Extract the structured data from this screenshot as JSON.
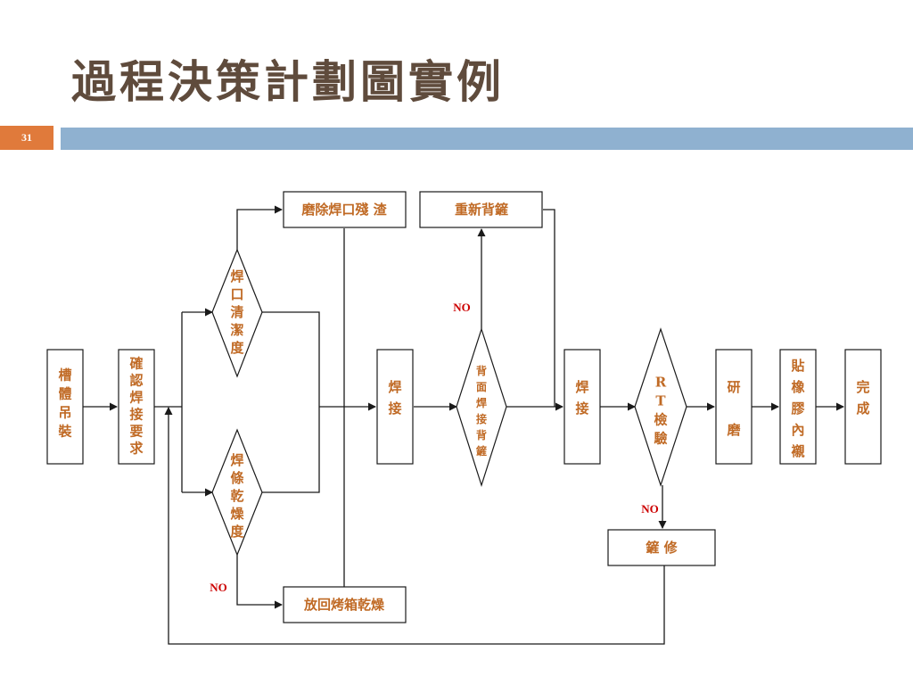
{
  "slide": {
    "title": "過程決策計劃圖實例",
    "number": "31"
  },
  "nodes": {
    "hoisting": "槽體吊裝",
    "confirm": "確認焊接要求",
    "clean_check": "焊口清潔度",
    "grind": "磨除焊口殘 渣",
    "dry_check": "焊條乾燥度",
    "oven": "放回烤箱乾燥",
    "weld1": "焊接",
    "back_check": "背面焊接背鏟",
    "reback": "重新背鏟",
    "weld2": "焊接",
    "rt_check": "RT檢驗",
    "repair": "鏟 修",
    "polish": "研磨",
    "rubber": "貼橡膠內襯",
    "done": "完成"
  },
  "labels": {
    "no_back": "NO",
    "no_rt": "NO",
    "no_dry": "NO"
  }
}
